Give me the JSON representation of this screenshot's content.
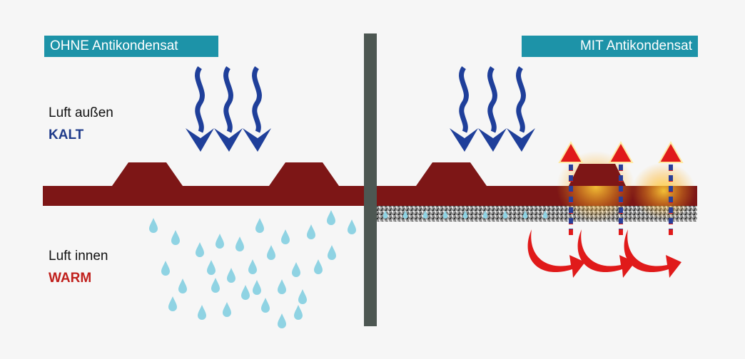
{
  "left_panel": {
    "title": "OHNE Antikondensat"
  },
  "right_panel": {
    "title": "MIT Antikondensat"
  },
  "outside": {
    "label": "Luft außen",
    "value": "KALT",
    "value_color": "#1e3a8a"
  },
  "inside": {
    "label": "Luft innen",
    "value": "WARM",
    "value_color": "#c0201c"
  },
  "colors": {
    "roof": "#7d1616",
    "cold_arrow": "#1f3f9a",
    "droplet": "#8fd3e3",
    "divider": "#4d5752",
    "warm_arrow": "#e01a1a",
    "tag_background": "#1d93a8",
    "fleece": "#8a8a8a"
  },
  "icons": {
    "cold_arrows": "wavy-down-arrow-icon",
    "droplets": "water-droplet-icon",
    "warm_arrows": "curved-up-arrow-icon"
  }
}
